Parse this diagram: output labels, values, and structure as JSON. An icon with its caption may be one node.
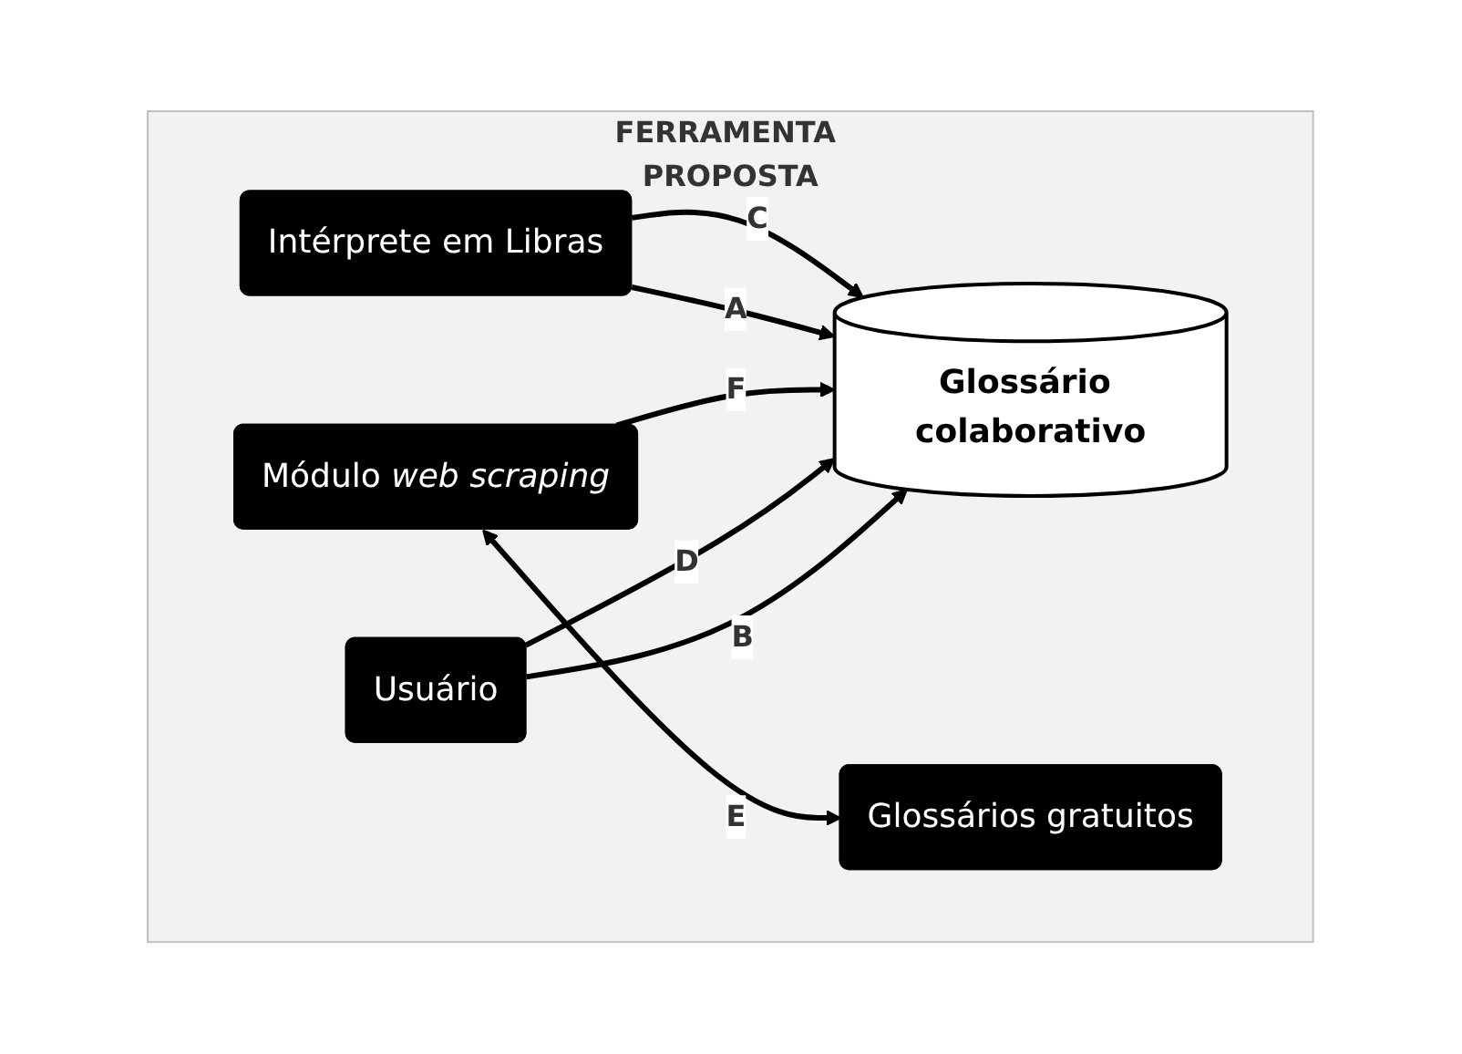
{
  "diagram": {
    "nodes": [
      {
        "text": [
          "FERRAMENTA PROPOSTA"
        ]
      },
      {
        "text": [
          "Intérprete em Libras"
        ],
        "in": 0
      },
      {
        "text": [
          "Módulo *web scraping*"
        ],
        "in": 0
      },
      {
        "text": [
          "Glossário colaborativo"
        ],
        "in": 0
      },
      {
        "text": [
          "Usuário"
        ],
        "in": 0
      },
      {
        "text": [
          "Glossários gratuitos"
        ],
        "in": 0
      }
    ],
    "edges": [
      {
        "from": 1,
        "to": 3,
        "arrow": "to",
        "label": "C"
      },
      {
        "from": 1,
        "to": 3,
        "arrow": "to",
        "label": "A"
      },
      {
        "from": 2,
        "to": 3,
        "arrow": "to",
        "label": "F"
      },
      {
        "from": 4,
        "to": 3,
        "arrow": "to",
        "label": "D"
      },
      {
        "from": 4,
        "to": 3,
        "arrow": "to",
        "label": "B"
      },
      {
        "from": 2,
        "to": 5,
        "arrow": "both",
        "label": "E"
      }
    ]
  }
}
